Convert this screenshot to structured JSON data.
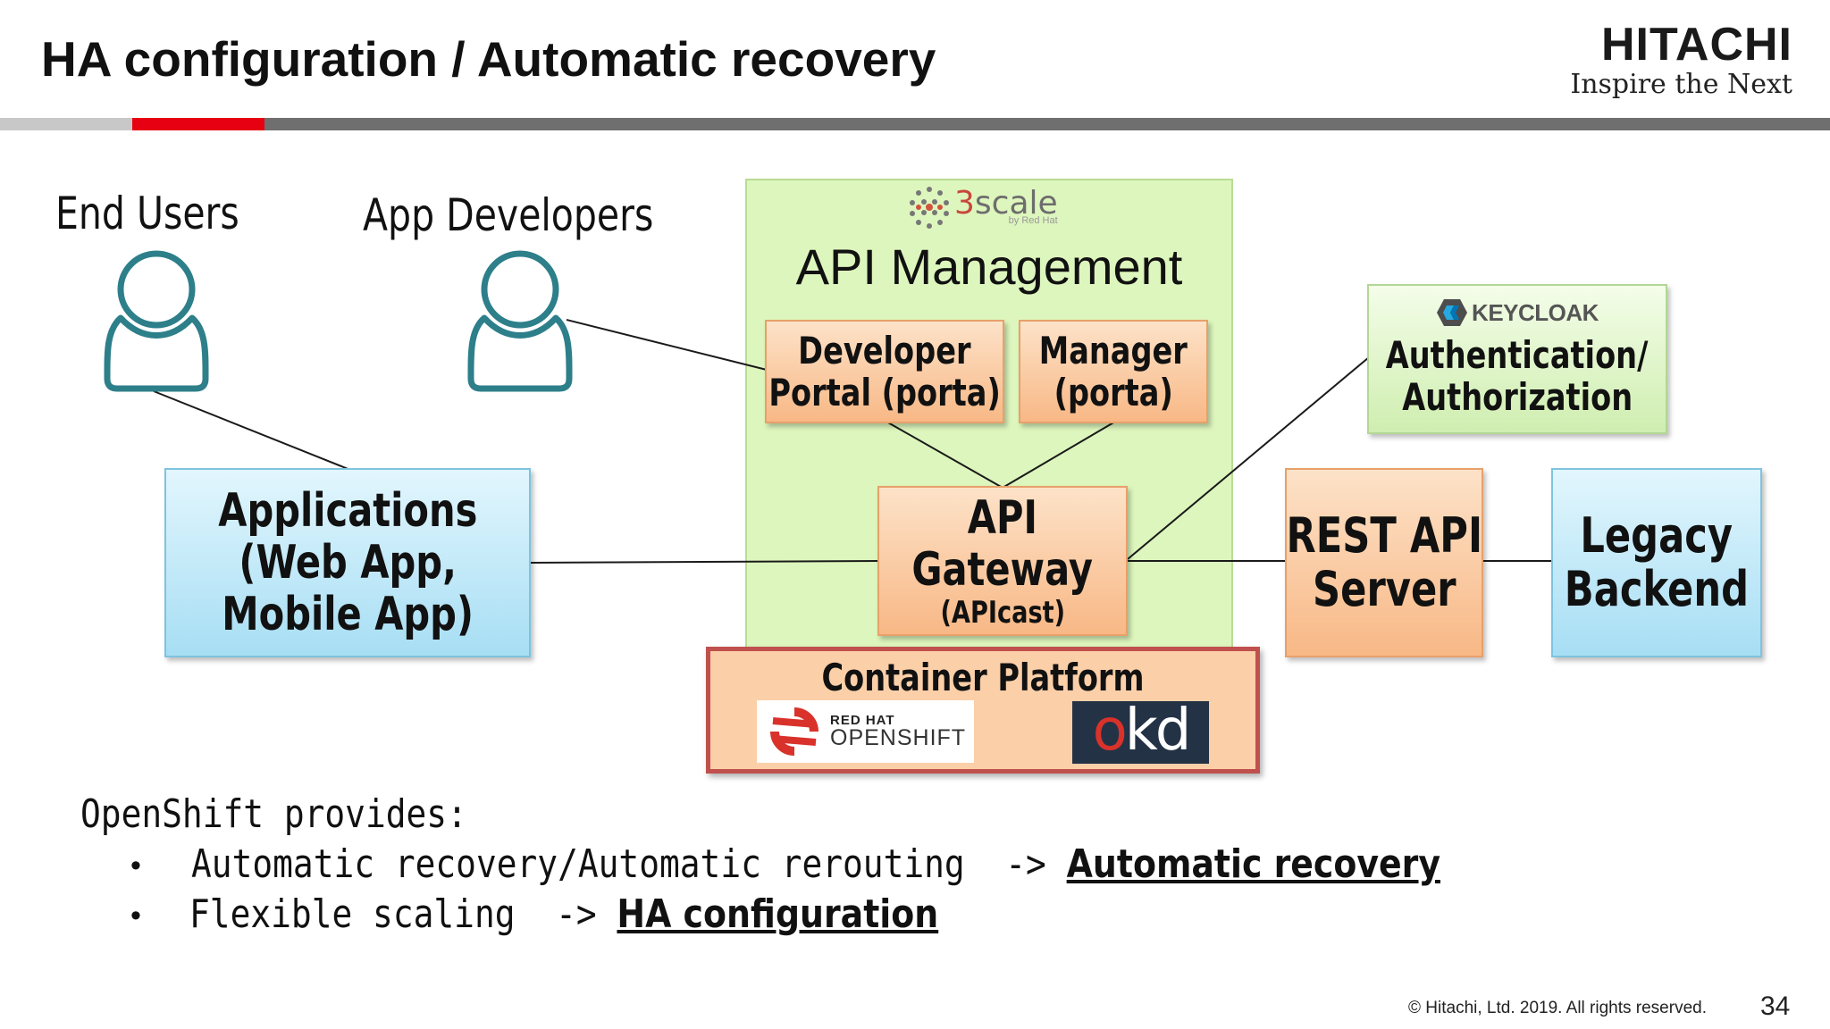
{
  "slide": {
    "title": "HA configuration / Automatic recovery",
    "page_number": "34",
    "footer": "© Hitachi, Ltd. 2019. All rights reserved."
  },
  "brand": {
    "name": "HITACHI",
    "tagline": "Inspire the Next"
  },
  "colors": {
    "accent": "#e60012",
    "band_light": "#c8c8c8",
    "band_dark": "#6f6f6f"
  },
  "actors": {
    "end_users": "End Users",
    "app_developers": "App Developers"
  },
  "applications": {
    "line1": "Applications",
    "line2": "(Web App,",
    "line3": "Mobile App)"
  },
  "api_management": {
    "logo": {
      "prefix": "3",
      "word": "scale",
      "sub": "by Red Hat"
    },
    "title": "API Management",
    "developer_portal": {
      "line1": "Developer",
      "line2": "Portal (porta)"
    },
    "manager": {
      "line1": "Manager",
      "line2": "(porta)"
    },
    "gateway": {
      "line1": "API",
      "line2": "Gateway",
      "line3": "(APIcast)"
    }
  },
  "keycloak": {
    "logo": "KEYCLOAK",
    "line1": "Authentication/",
    "line2": "Authorization"
  },
  "rest_api": {
    "line1": "REST API",
    "line2": "Server"
  },
  "legacy": {
    "line1": "Legacy",
    "line2": "Backend"
  },
  "container_platform": {
    "title": "Container Platform",
    "openshift": {
      "top": "RED HAT",
      "bottom": "OPENSHIFT"
    },
    "okd": {
      "o": "o",
      "rest": "kd"
    }
  },
  "provides": {
    "heading": "OpenShift provides:",
    "items": [
      {
        "text": "Automatic recovery/Automatic rerouting",
        "arrow": "->",
        "result": "Automatic recovery"
      },
      {
        "text": "Flexible scaling",
        "arrow": "->",
        "result": "HA configuration"
      }
    ]
  }
}
